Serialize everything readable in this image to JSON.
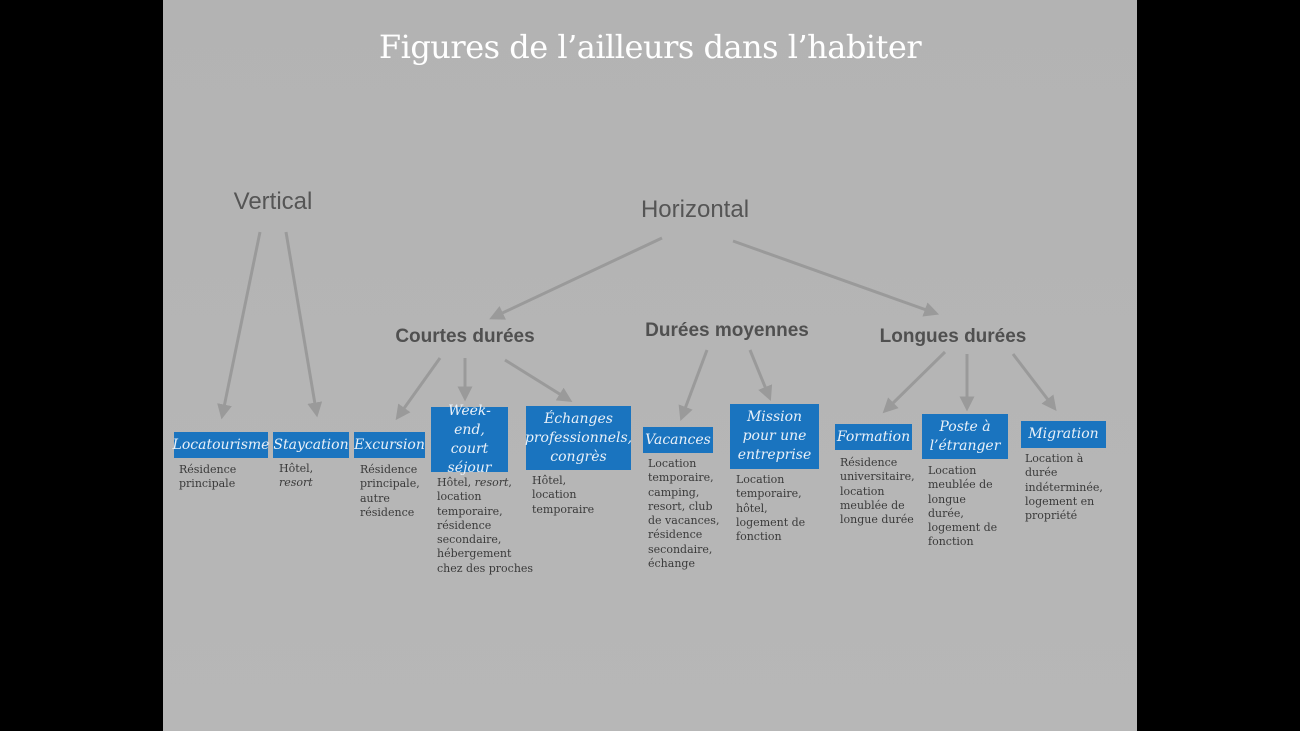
{
  "title": "Figures de l’ailleurs dans l’habiter",
  "colors": {
    "box": "#1a74bf",
    "arrow": "#999999",
    "background": "#b5b5b5"
  },
  "categories": {
    "vertical": "Vertical",
    "horizontal": "Horizontal"
  },
  "durations": {
    "short": "Courtes durées",
    "medium": "Durées moyennes",
    "long": "Longues durées"
  },
  "figures": [
    {
      "label": "Locatourisme",
      "desc": "Résidence\nprincipale"
    },
    {
      "label": "Staycation",
      "desc": "Hôtel,\nresort"
    },
    {
      "label": "Excursion",
      "desc": "Résidence\nprincipale,\nautre\nrésidence"
    },
    {
      "label": "Week-end, court séjour",
      "desc": "Hôtel, resort,\nlocation\ntemporaire,\nrésidence\nsecondaire,\nhébergement\nchez des proches"
    },
    {
      "label": "Échanges professionnels, congrès",
      "desc": "Hôtel,\nlocation\ntemporaire"
    },
    {
      "label": "Vacances",
      "desc": "Location\ntemporaire,\ncamping,\nresort, club\nde vacances,\nrésidence\nsecondaire,\néchange"
    },
    {
      "label": "Mission pour une entreprise",
      "desc": "Location\ntemporaire,\nhôtel,\nlogement de\nfonction"
    },
    {
      "label": "Formation",
      "desc": "Résidence\nuniversitaire,\nlocation\nmeublée de\nlongue durée"
    },
    {
      "label": "Poste à l’étranger",
      "desc": "Location\nmeublée de\nlongue\ndurée,\nlogement de\nfonction"
    },
    {
      "label": "Migration",
      "desc": "Location à\ndurée\nindéterminée,\nlogement en\npropriété"
    }
  ]
}
